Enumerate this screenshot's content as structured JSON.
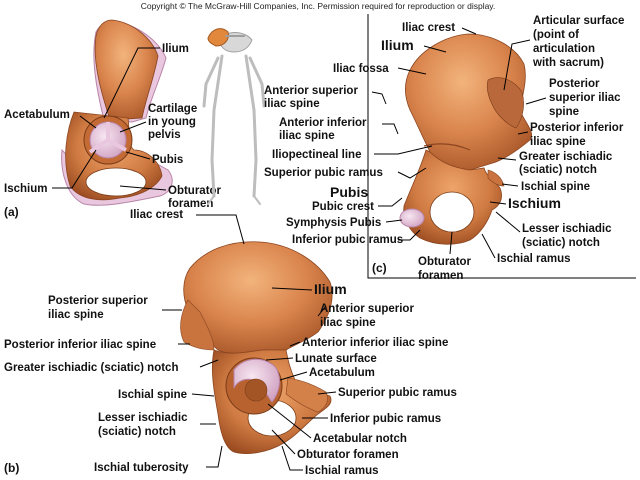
{
  "copyright": "Copyright © The McGraw-Hill Companies, Inc. Permission required for reproduction or display.",
  "colors": {
    "bone": "#d7844d",
    "bone_light": "#eaa46d",
    "bone_dark": "#9b4e22",
    "cartilage": "#e9c7df",
    "cartilage_edge": "#b985a8",
    "skeleton": "#cfcfcf"
  },
  "panels": {
    "a": "(a)",
    "b": "(b)",
    "c": "(c)"
  },
  "panel_a": {
    "ilium": "Ilium",
    "acetabulum": "Acetabulum",
    "cartilage_l1": "Cartilage",
    "cartilage_l2": "in young",
    "cartilage_l3": "pelvis",
    "pubis": "Pubis",
    "ischium": "Ischium",
    "obturator_l1": "Obturator",
    "obturator_l2": "foramen"
  },
  "panel_c": {
    "iliac_crest": "Iliac crest",
    "ilium": "Ilium",
    "iliac_fossa": "Iliac fossa",
    "articular_l1": "Articular surface",
    "articular_l2": "(point of",
    "articular_l3": "articulation",
    "articular_l4": "with sacrum)",
    "asis_l1": "Anterior superior",
    "asis_l2": "iliac spine",
    "psis_l1": "Posterior",
    "psis_l2": "superior iliac",
    "psis_l3": "spine",
    "aiis_l1": "Anterior inferior",
    "aiis_l2": "iliac spine",
    "piis_l1": "Posterior inferior",
    "piis_l2": "iliac spine",
    "iliopectineal": "Iliopectineal line",
    "gsn_l1": "Greater ischiadic",
    "gsn_l2": "(sciatic) notch",
    "spr": "Superior pubic ramus",
    "ischial_spine": "Ischial spine",
    "pubis": "Pubis",
    "ischium": "Ischium",
    "pubic_crest": "Pubic crest",
    "symphysis": "Symphysis Pubis",
    "lsn_l1": "Lesser ischiadic",
    "lsn_l2": "(sciatic) notch",
    "ipr": "Inferior pubic ramus",
    "ischial_ramus": "Ischial ramus",
    "obturator_l1": "Obturator",
    "obturator_l2": "foramen"
  },
  "panel_b": {
    "iliac_crest": "Iliac crest",
    "ilium": "Ilium",
    "psis_l1": "Posterior superior",
    "psis_l2": "iliac spine",
    "asis_l1": "Anterior superior",
    "asis_l2": "iliac spine",
    "piis": "Posterior inferior iliac spine",
    "aiis": "Anterior inferior iliac spine",
    "lunate": "Lunate surface",
    "gsn": "Greater ischiadic (sciatic) notch",
    "acetabulum": "Acetabulum",
    "ischial_spine": "Ischial spine",
    "spr": "Superior pubic ramus",
    "lsn_l1": "Lesser ischiadic",
    "lsn_l2": "(sciatic) notch",
    "ipr": "Inferior pubic ramus",
    "acetabular_notch": "Acetabular notch",
    "obturator_foramen": "Obturator foramen",
    "ischial_tuberosity": "Ischial tuberosity",
    "ischial_ramus": "Ischial ramus"
  }
}
